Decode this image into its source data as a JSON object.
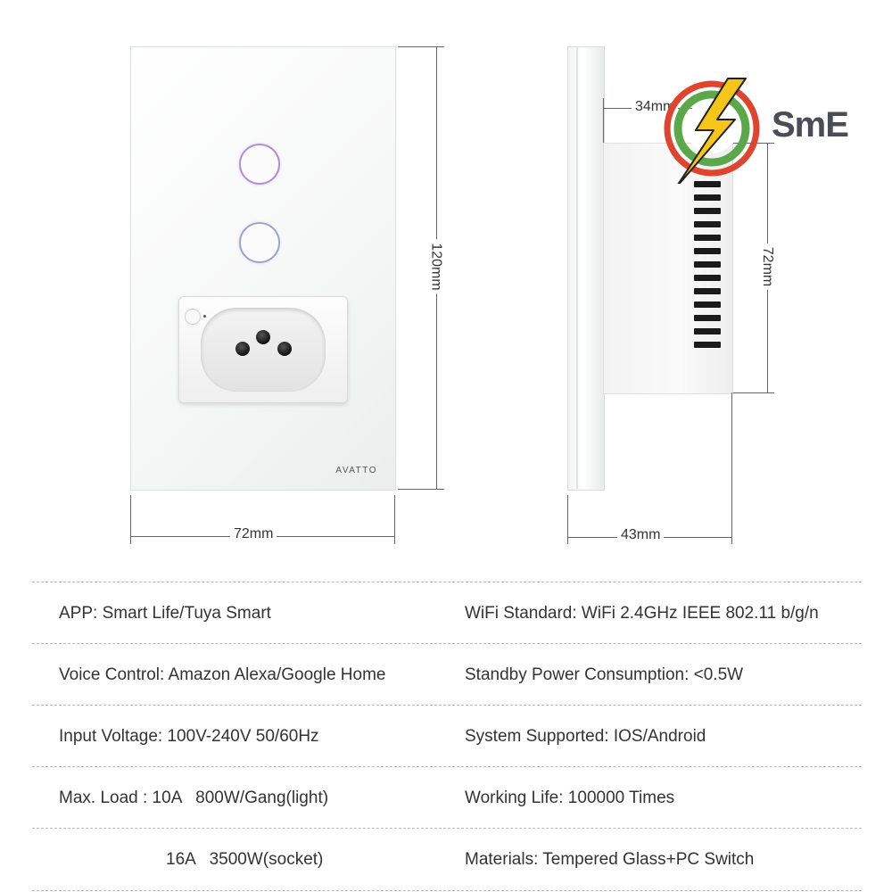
{
  "product": {
    "brand_logo_text": "AVATTO",
    "watermark_text": "SmE"
  },
  "dimensions": {
    "front_width": "72mm",
    "front_height": "120mm",
    "side_depth_top": "34mm",
    "side_body_height": "72mm",
    "side_total_depth": "43mm"
  },
  "colors": {
    "button_top_ring": "#b28fd8",
    "button_bottom_ring": "#9ea6cf",
    "logo_red": "#e0442d",
    "logo_green": "#5aa84a",
    "logo_yellow": "#f5c518",
    "logo_text": "#4a4d57"
  },
  "specs": [
    {
      "left": "APP: Smart Life/Tuya Smart",
      "right": "WiFi Standard: WiFi 2.4GHz IEEE 802.11 b/g/n"
    },
    {
      "left": "Voice Control: Amazon Alexa/Google Home",
      "right": "Standby Power Consumption: <0.5W"
    },
    {
      "left": "Input Voltage: 100V-240V 50/60Hz",
      "right": "System Supported: IOS/Android"
    },
    {
      "left": "Max. Load : 10A   800W/Gang(light)",
      "right": "Working Life: 100000 Times"
    },
    {
      "left": "16A   3500W(socket)",
      "right": "Materials: Tempered Glass+PC Switch"
    }
  ]
}
